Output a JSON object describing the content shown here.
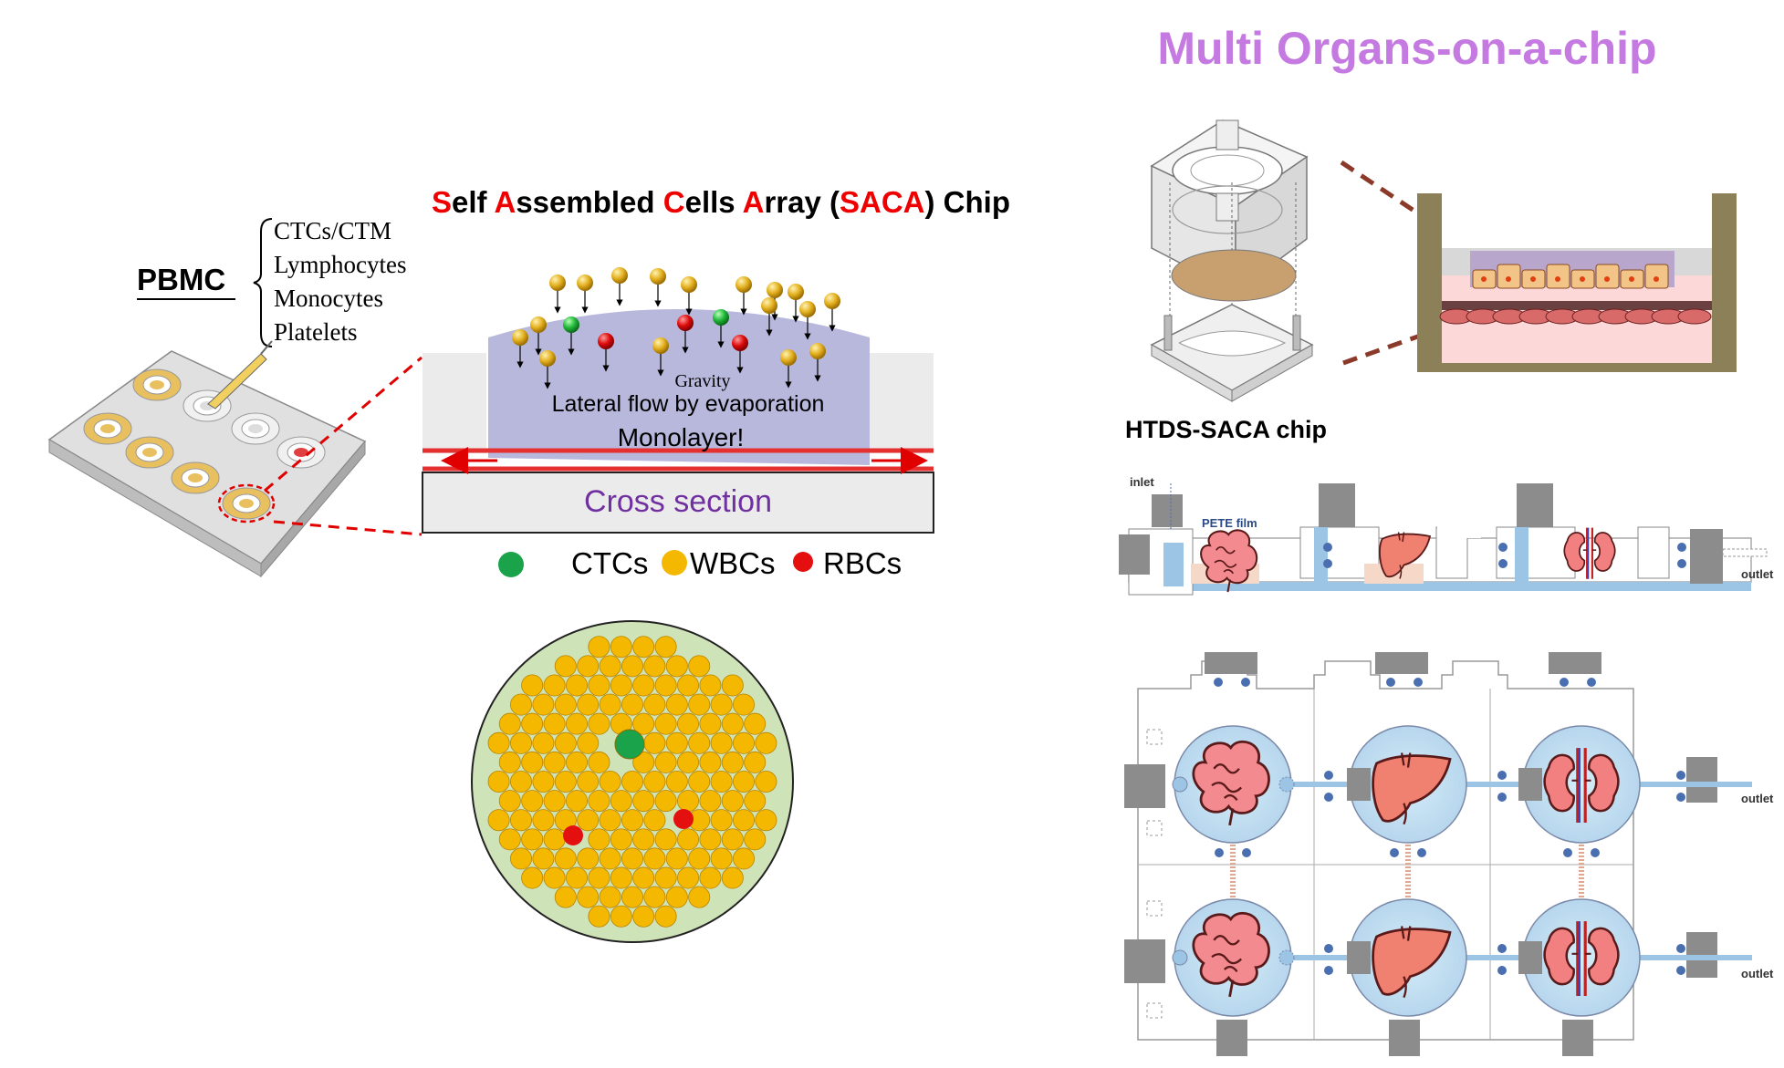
{
  "title": {
    "multi_organs": "Multi Organs-on-a-chip",
    "saca": {
      "p1": "S",
      "p2": "elf ",
      "p3": "A",
      "p4": "ssembled ",
      "p5": "C",
      "p6": "ells ",
      "p7": "A",
      "p8": "rray (",
      "p9": "SACA",
      "p10": ") Chip"
    }
  },
  "pbmc": {
    "label": "PBMC",
    "items": [
      "CTCs/CTM",
      "Lymphocytes",
      "Monocytes",
      "Platelets"
    ]
  },
  "cross_section": {
    "gravity": "Gravity",
    "lateral_flow": "Lateral flow by evaporation",
    "monolayer": "Monolayer!",
    "label": "Cross section"
  },
  "legend": {
    "ctcs": "CTCs",
    "wbcs": "WBCs",
    "rbcs": "RBCs"
  },
  "htds": {
    "label": "HTDS-SACA chip",
    "inlet": "inlet",
    "pete": "PETE film",
    "outlet": "outlet"
  },
  "colors": {
    "title_purple": "#c47ae0",
    "saca_red": "#ee0000",
    "cross_purple": "#7030a0",
    "ctc_green": "#1aa34a",
    "wbc_gold": "#f5b800",
    "rbc_red": "#e41010",
    "well_gold": "#e8c060",
    "medium_lavender": "#b8b8dc",
    "channel_blue": "#9cc4e4",
    "organ_pink": "#f07080"
  },
  "icons": [
    "pipette-icon",
    "intestine-icon",
    "liver-icon",
    "kidney-icon",
    "pin-cell-icon"
  ]
}
